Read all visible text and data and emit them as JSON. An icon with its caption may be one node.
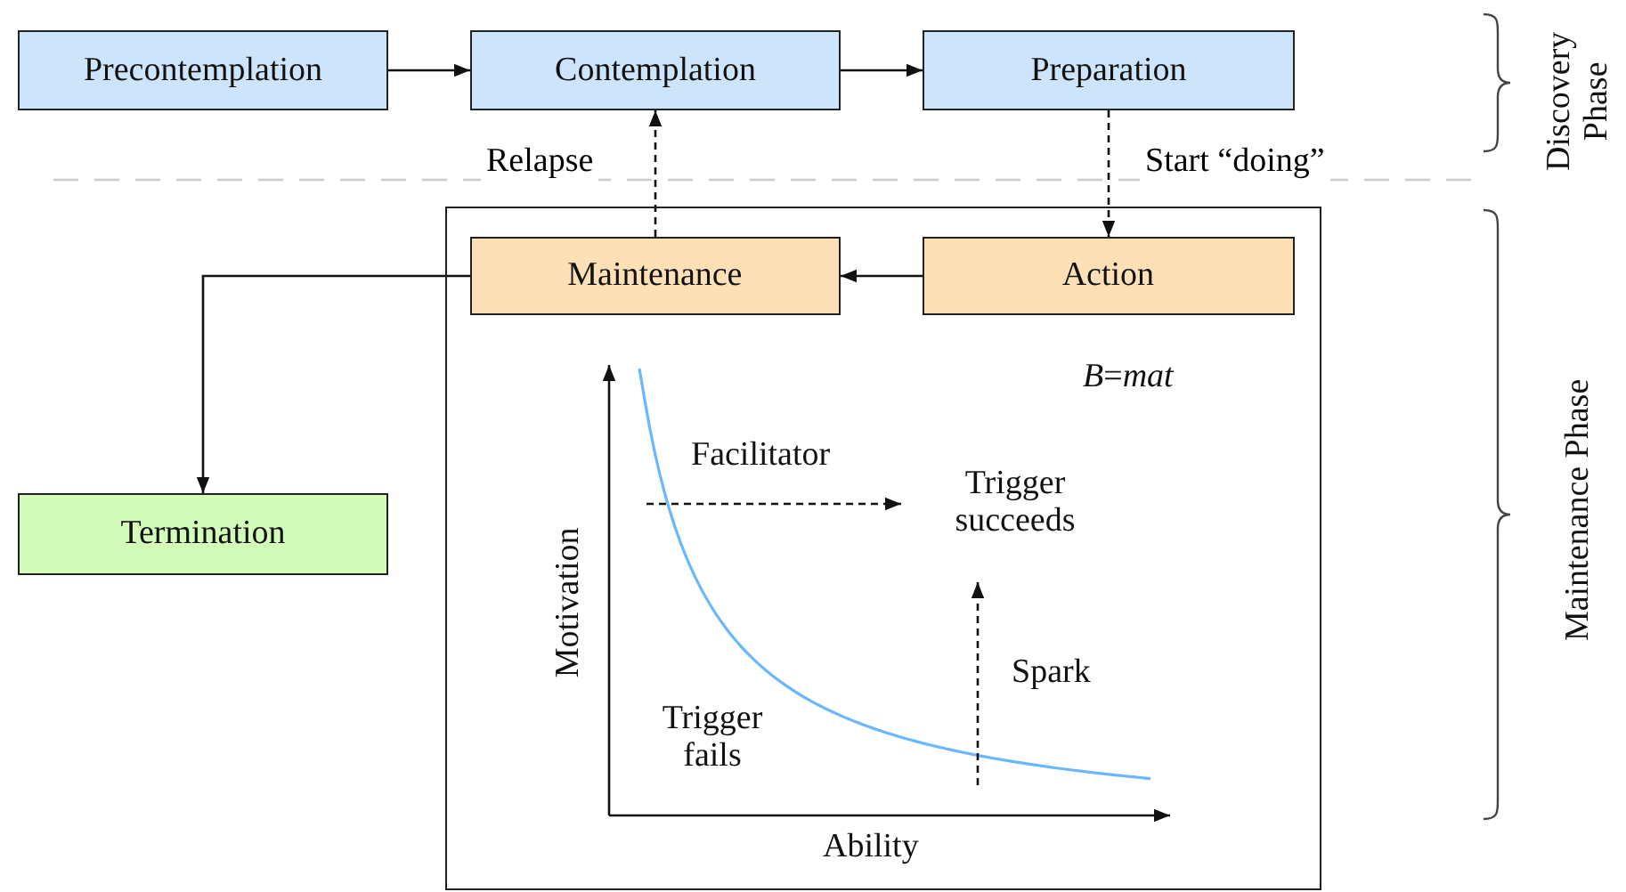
{
  "diagram": {
    "nodes": [
      {
        "text": [
          "Precontemplation"
        ]
      },
      {
        "text": [
          "Contemplation"
        ]
      },
      {
        "text": [
          "Preparation"
        ]
      },
      {
        "text": [],
        "shape": "box"
      },
      {
        "text": [
          "Maintenance"
        ],
        "in": 3
      },
      {
        "text": [
          "Action"
        ],
        "in": 3
      },
      {
        "text": [
          "Termination"
        ]
      }
    ],
    "edges": [
      {
        "from": 0,
        "to": 1,
        "arrow": "to"
      },
      {
        "from": 1,
        "to": 2,
        "arrow": "to"
      },
      {
        "from": 2,
        "to": 5,
        "arrow": "to",
        "style": "dashed",
        "label": "Start “doing”"
      },
      {
        "from": 5,
        "to": 4,
        "arrow": "to"
      },
      {
        "from": 4,
        "to": 1,
        "arrow": "to",
        "style": "dashed",
        "label": "Relapse"
      },
      {
        "from": 4,
        "to": 6,
        "arrow": "to"
      }
    ],
    "labels": [
      "Discovery Phase",
      "*B*=*mat*",
      "Facilitator",
      "Trigger succeeds",
      "Motivation",
      "Spark",
      "Trigger fails",
      "Ability",
      "Maintenance Phase"
    ]
  }
}
